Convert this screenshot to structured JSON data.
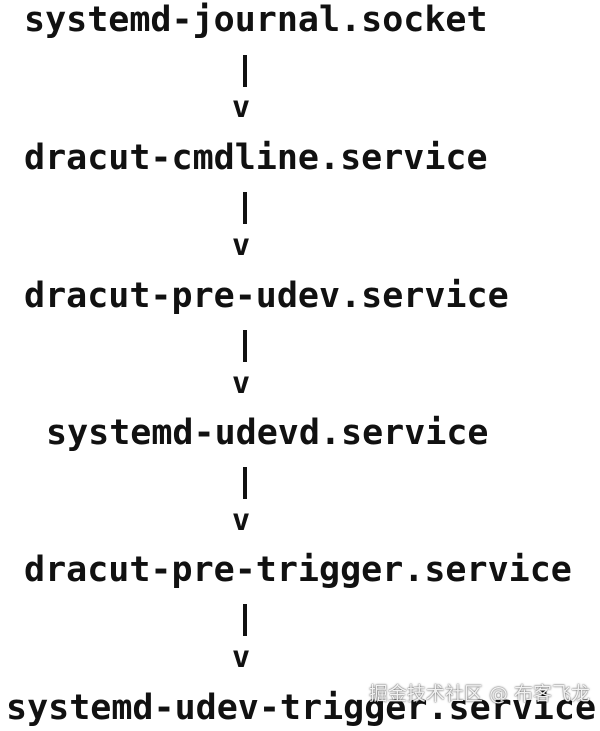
{
  "diagram": {
    "nodes": [
      {
        "id": "n1",
        "label": "systemd-journal.socket"
      },
      {
        "id": "n2",
        "label": "dracut-cmdline.service"
      },
      {
        "id": "n3",
        "label": "dracut-pre-udev.service"
      },
      {
        "id": "n4",
        "label": "systemd-udevd.service"
      },
      {
        "id": "n5",
        "label": "dracut-pre-trigger.service"
      },
      {
        "id": "n6",
        "label": "systemd-udev-trigger.service"
      }
    ],
    "connector": {
      "bar": "|",
      "arrow": "v"
    },
    "edges": [
      {
        "from": "n1",
        "to": "n2"
      },
      {
        "from": "n2",
        "to": "n3"
      },
      {
        "from": "n3",
        "to": "n4"
      },
      {
        "from": "n4",
        "to": "n5"
      },
      {
        "from": "n5",
        "to": "n6"
      }
    ]
  },
  "watermark": {
    "text": "掘金技术社区 @ 布客飞龙"
  }
}
